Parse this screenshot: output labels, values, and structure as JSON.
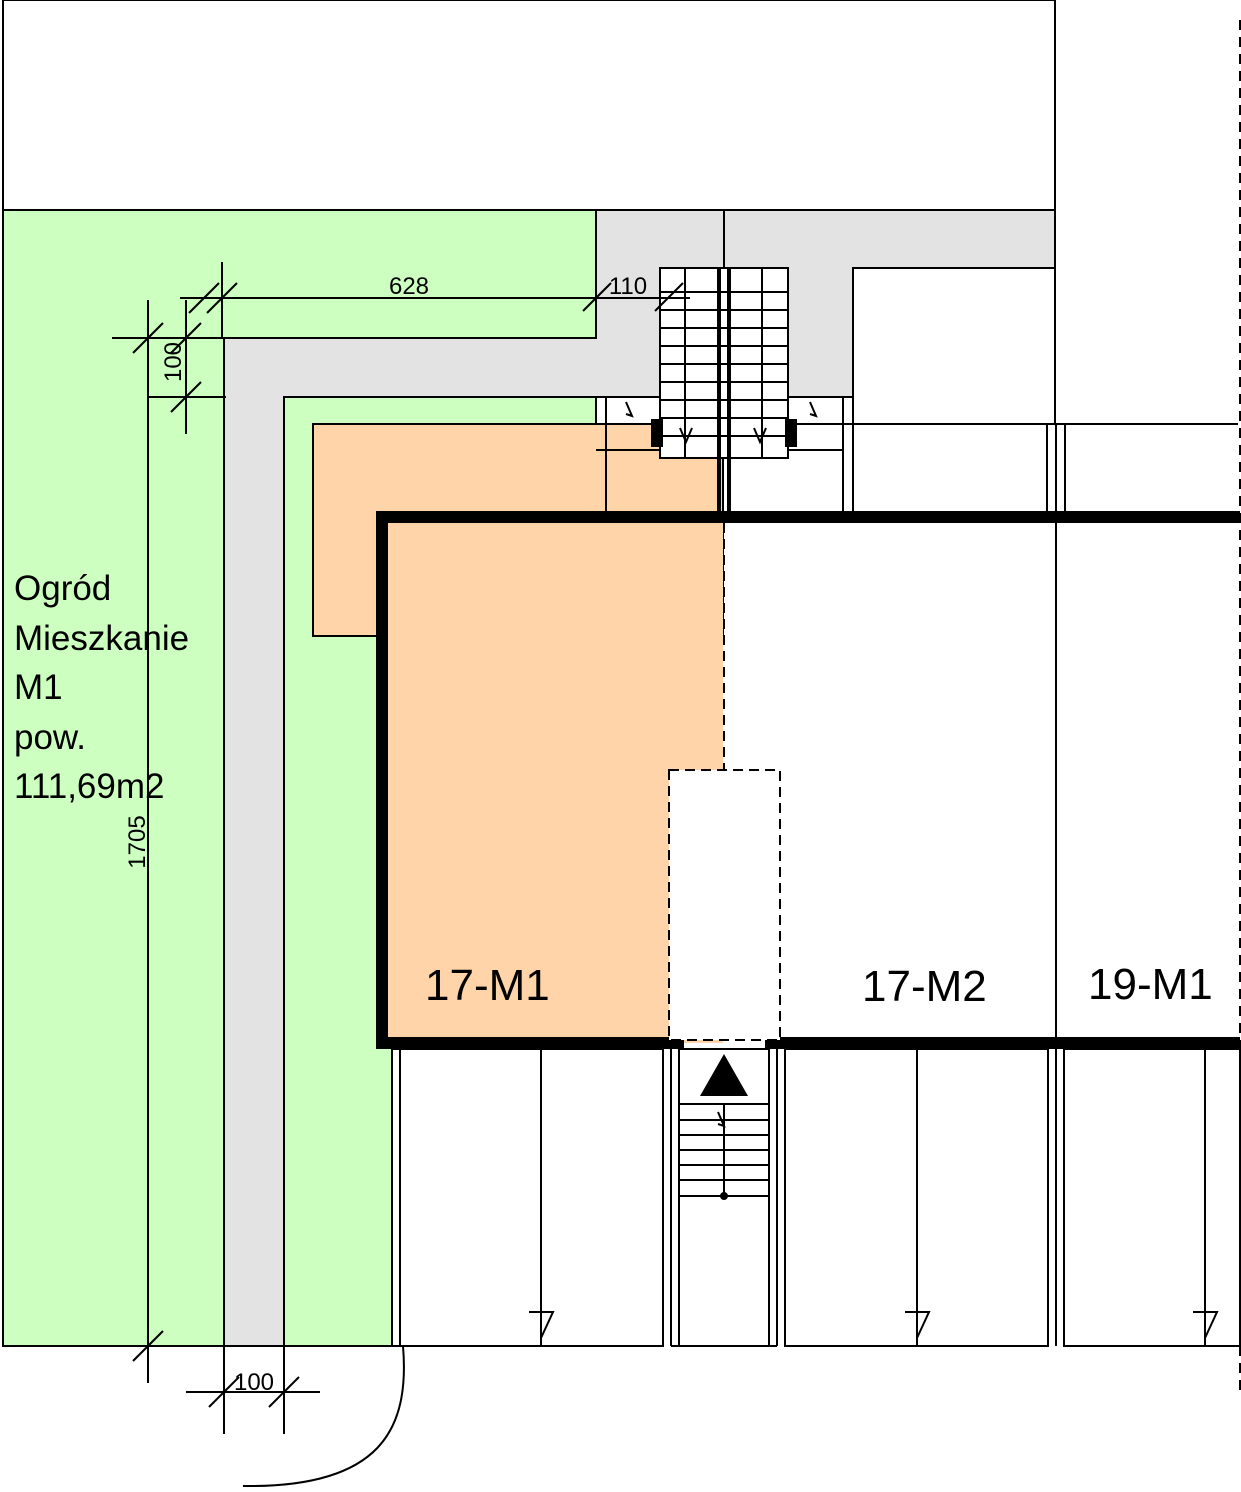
{
  "colors": {
    "garden": "#ccffc0",
    "path": "#e3e3e3",
    "unit": "#ffd4a8",
    "line": "#000000",
    "background": "#ffffff"
  },
  "garden_label": {
    "line1": "Ogród",
    "line2": "Mieszkanie",
    "line3": "M1",
    "line4": "pow.",
    "line5": "111,69m2"
  },
  "units": {
    "m1": "17-M1",
    "m2": "17-M2",
    "m3": "19-M1"
  },
  "dimensions": {
    "top_length": "628",
    "top_gap": "110",
    "left_offset": "100",
    "height": "1705",
    "bottom_offset": "100"
  },
  "icons": {
    "entrance": "entrance-arrow-icon"
  }
}
